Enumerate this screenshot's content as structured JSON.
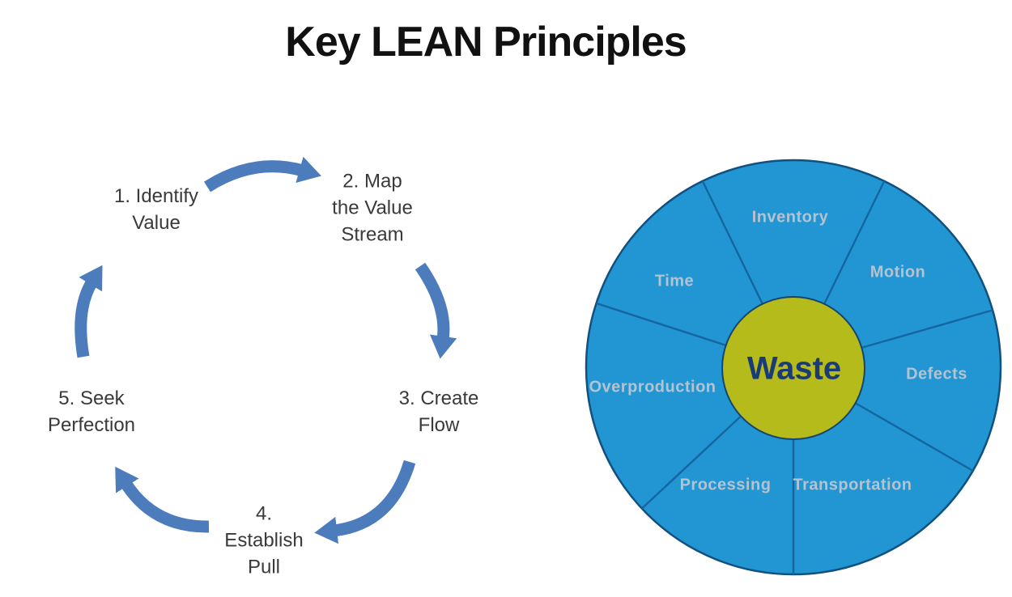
{
  "title": "Key LEAN Principles",
  "cycle": {
    "steps": [
      {
        "label": "1. Identify\nValue"
      },
      {
        "label": "2. Map\nthe Value\nStream"
      },
      {
        "label": "3. Create\nFlow"
      },
      {
        "label": "4.\nEstablish\nPull"
      },
      {
        "label": "5. Seek\nPerfection"
      }
    ],
    "arrows": [
      {
        "from": "1. Identify Value",
        "to": "2. Map the Value Stream"
      },
      {
        "from": "2. Map the Value Stream",
        "to": "3. Create Flow"
      },
      {
        "from": "3. Create Flow",
        "to": "4. Establish Pull"
      },
      {
        "from": "4. Establish Pull",
        "to": "5. Seek Perfection"
      },
      {
        "from": "5. Seek Perfection",
        "to": "1. Identify Value"
      }
    ],
    "arrow_color": "#4d7cbd",
    "text_color": "#3a3a3a"
  },
  "wheel": {
    "center_label": "Waste",
    "segments": [
      {
        "label": "Inventory"
      },
      {
        "label": "Motion"
      },
      {
        "label": "Defects"
      },
      {
        "label": "Transportation"
      },
      {
        "label": "Processing"
      },
      {
        "label": "Overproduction"
      },
      {
        "label": "Time"
      }
    ],
    "colors": {
      "ring": "#2196d3",
      "divider": "#1565a0",
      "center": "#b4bb1a",
      "center_text": "#1b3b77",
      "segment_text": "#b5c3d1"
    }
  }
}
